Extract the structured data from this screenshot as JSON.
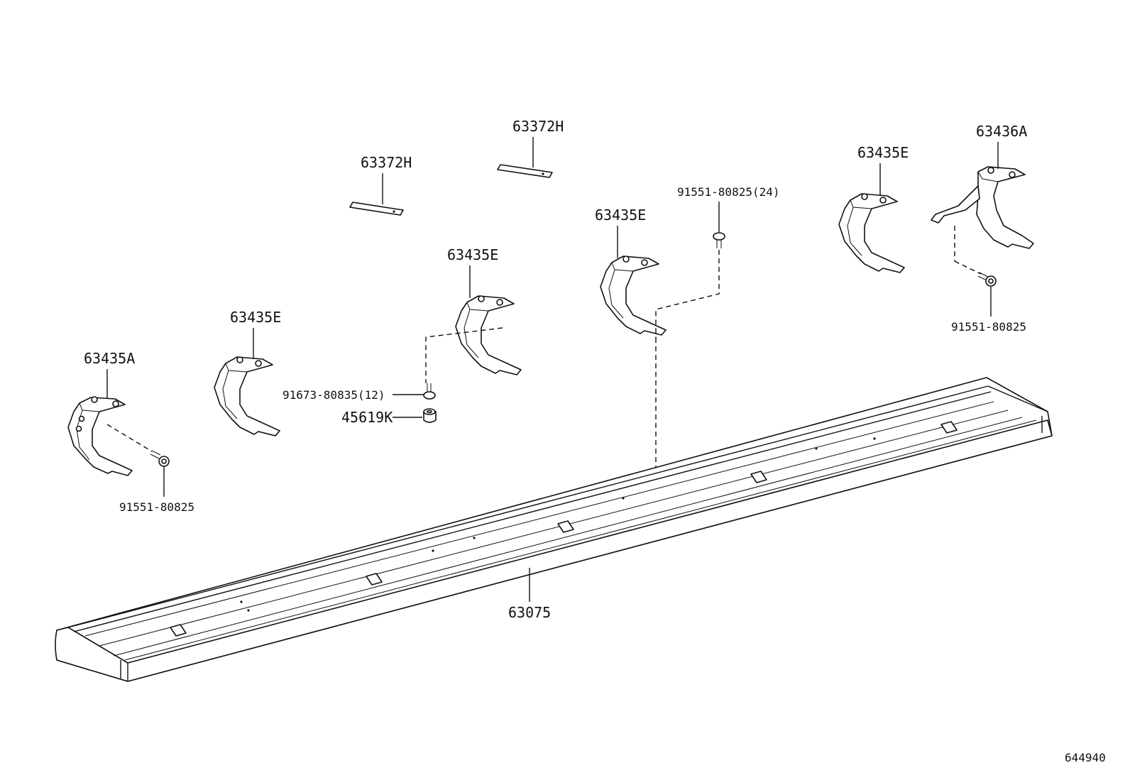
{
  "callouts": {
    "pad_1": "63372H",
    "pad_2": "63372H",
    "bracket_e_1": "63435E",
    "bracket_e_2": "63435E",
    "bracket_e_3": "63435E",
    "bracket_e_4": "63435E",
    "bracket_a": "63435A",
    "bracket_rear": "63436A",
    "bolt_top": "91551-80825(24)",
    "bolt_right": "91551-80825",
    "bolt_left": "91551-80825",
    "bolt_mid": "91673-80835(12)",
    "nut": "45619K",
    "step_board": "63075"
  },
  "diagram_id": "644940"
}
